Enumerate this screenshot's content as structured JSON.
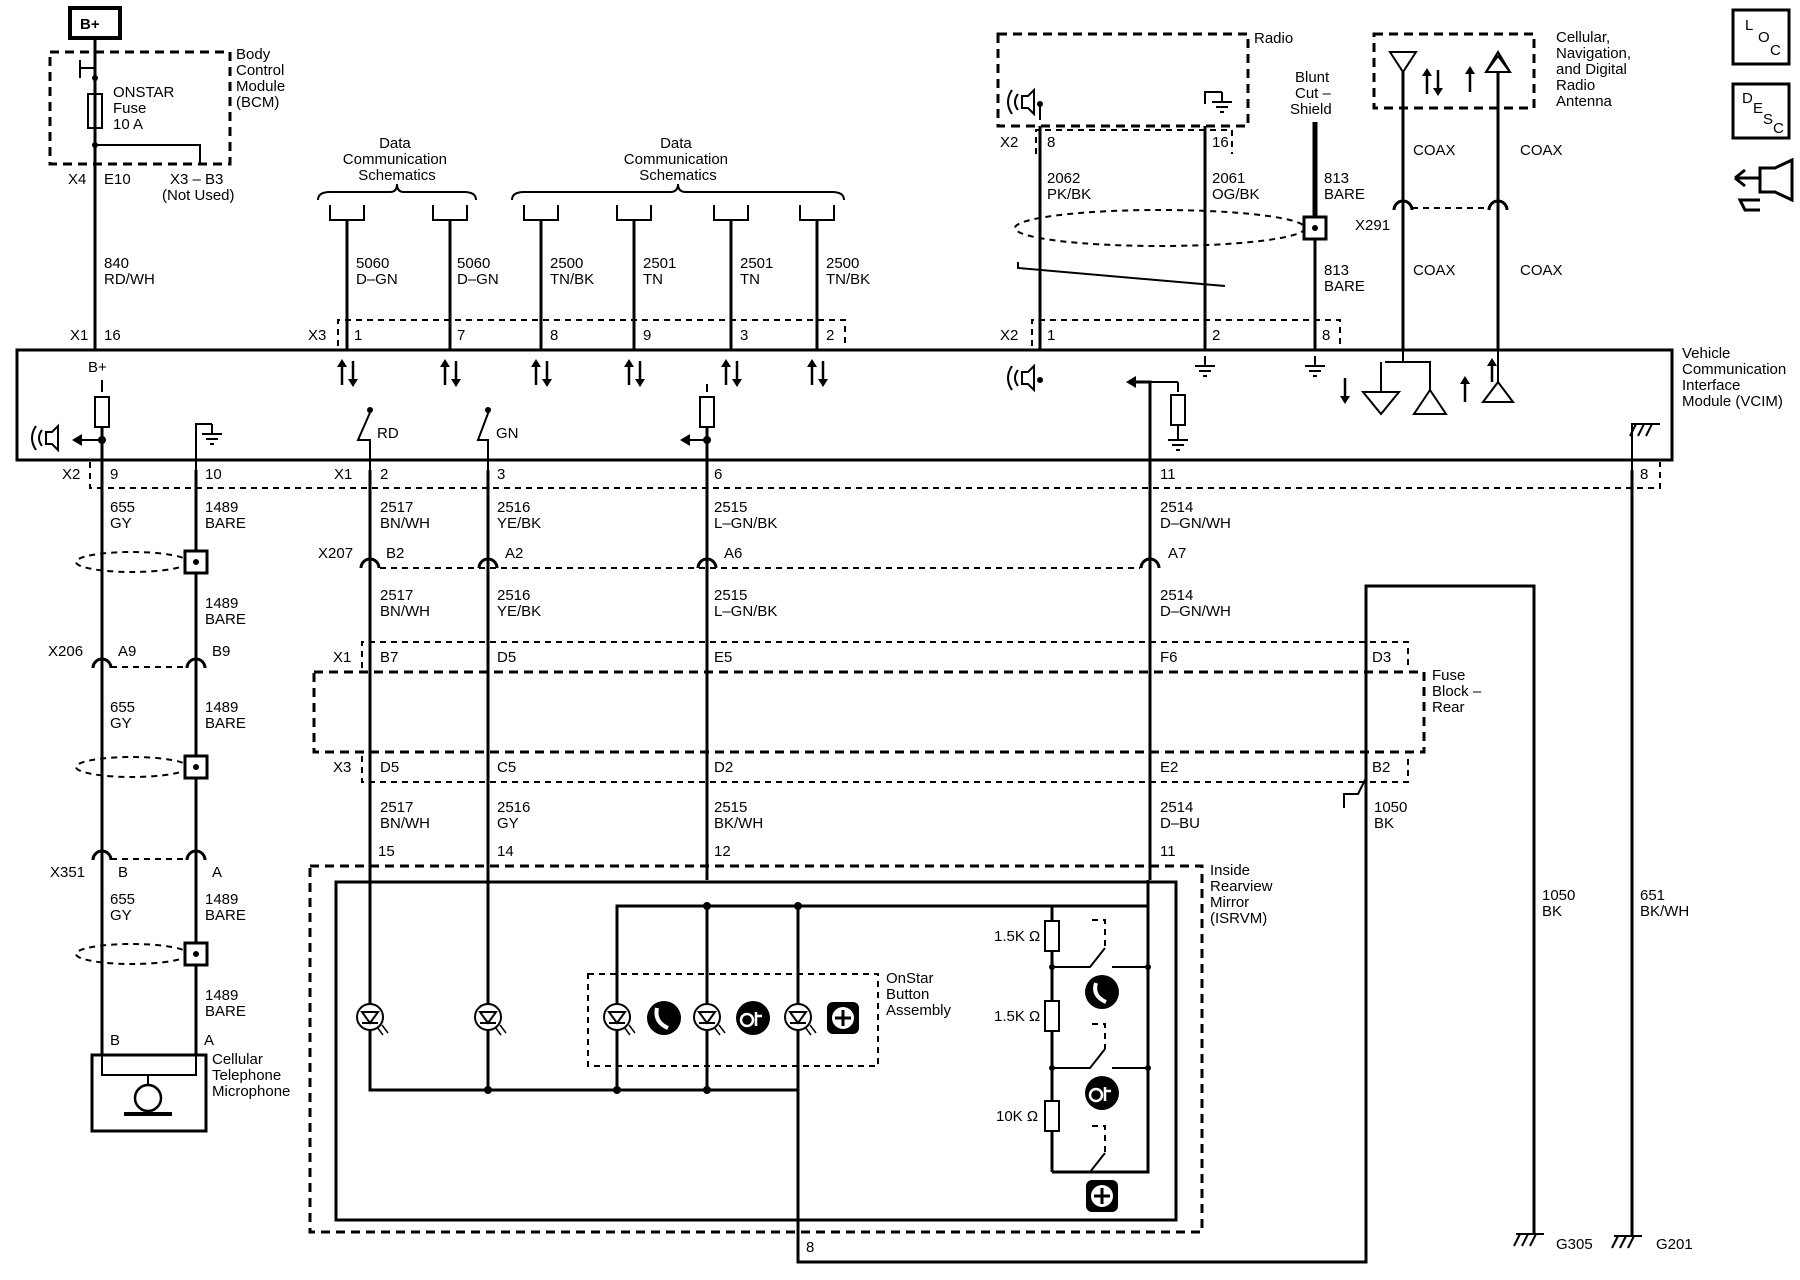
{
  "power_source": "B+",
  "loc_icon": {
    "l": "L",
    "o": "O",
    "c": "C"
  },
  "desc_icon": {
    "d": "D",
    "e": "E",
    "s": "S",
    "c": "C"
  },
  "bcm": {
    "label_lines": [
      "Body",
      "Control",
      "Module",
      "(BCM)"
    ],
    "fuse_lines": [
      "ONSTAR",
      "Fuse",
      "10 A"
    ],
    "x4": "X4",
    "e10": "E10",
    "x3b3": "X3 – B3",
    "not_used": "(Not Used)"
  },
  "wire_840": [
    "840",
    "RD/WH"
  ],
  "data_comm_1": [
    "Data",
    "Communication",
    "Schematics"
  ],
  "data_comm_2": [
    "Data",
    "Communication",
    "Schematics"
  ],
  "data_wires": [
    [
      "5060",
      "D–GN"
    ],
    [
      "5060",
      "D–GN"
    ],
    [
      "2500",
      "TN/BK"
    ],
    [
      "2501",
      "TN"
    ],
    [
      "2501",
      "TN"
    ],
    [
      "2500",
      "TN/BK"
    ]
  ],
  "x1_16": [
    "X1",
    "16"
  ],
  "x3_pins": [
    "X3",
    "1",
    "7",
    "8",
    "9",
    "3",
    "2"
  ],
  "radio": {
    "label": "Radio",
    "x2": "X2",
    "pin8": "8",
    "pin16": "16",
    "w1": [
      "2062",
      "PK/BK"
    ],
    "w2": [
      "2061",
      "OG/BK"
    ]
  },
  "blunt_cut": [
    "Blunt",
    "Cut –",
    "Shield"
  ],
  "wire_813a": [
    "813",
    "BARE"
  ],
  "wire_813b": [
    "813",
    "BARE"
  ],
  "antenna": [
    "Cellular,",
    "Navigation,",
    "and Digital",
    "Radio",
    "Antenna"
  ],
  "coax": [
    "COAX",
    "COAX",
    "COAX",
    "COAX"
  ],
  "x291": "X291",
  "vcim_top_pins": [
    "X2",
    "1",
    "2",
    "8"
  ],
  "vcim": {
    "label": [
      "Vehicle",
      "Communication",
      "Interface",
      "Module (VCIM)"
    ],
    "bplus": "B+",
    "rd": "RD",
    "gn": "GN"
  },
  "vcim_bottom_pins": [
    "X2",
    "9",
    "10",
    "X1",
    "2",
    "3",
    "6",
    "11",
    "8"
  ],
  "wires_a": [
    [
      "655",
      "GY"
    ],
    [
      "1489",
      "BARE"
    ],
    [
      "2517",
      "BN/WH"
    ],
    [
      "2516",
      "YE/BK"
    ],
    [
      "2515",
      "L–GN/BK"
    ],
    [
      "2514",
      "D–GN/WH"
    ]
  ],
  "x207": [
    "X207",
    "B2",
    "A2",
    "A6",
    "A7"
  ],
  "wires_b": [
    [
      "1489",
      "BARE"
    ],
    [
      "2517",
      "BN/WH"
    ],
    [
      "2516",
      "YE/BK"
    ],
    [
      "2515",
      "L–GN/BK"
    ],
    [
      "2514",
      "D–GN/WH"
    ]
  ],
  "x206": [
    "X206",
    "A9",
    "B9"
  ],
  "x1_fb": [
    "X1",
    "B7",
    "D5",
    "E5",
    "F6",
    "D3"
  ],
  "fuse_block": [
    "Fuse",
    "Block –",
    "Rear"
  ],
  "x3_fb": [
    "X3",
    "D5",
    "C5",
    "D2",
    "E2",
    "B2"
  ],
  "wires_c": [
    [
      "655",
      "GY"
    ],
    [
      "1489",
      "BARE"
    ]
  ],
  "wires_d": [
    [
      "2517",
      "BN/WH"
    ],
    [
      "2516",
      "GY"
    ],
    [
      "2515",
      "BK/WH"
    ],
    [
      "2514",
      "D–BU"
    ],
    [
      "1050",
      "BK"
    ]
  ],
  "isrvm_pins": [
    "15",
    "14",
    "12",
    "11"
  ],
  "x351": [
    "X351",
    "B",
    "A"
  ],
  "wires_e": [
    [
      "655",
      "GY"
    ],
    [
      "1489",
      "BARE"
    ]
  ],
  "wires_f": [
    [
      "1489",
      "BARE"
    ]
  ],
  "isrvm": [
    "Inside",
    "Rearview",
    "Mirror",
    "(ISRVM)"
  ],
  "resistors": [
    "1.5K Ω",
    "1.5K Ω",
    "10K Ω"
  ],
  "onstar_button": [
    "OnStar",
    "Button",
    "Assembly"
  ],
  "mic": {
    "b": "B",
    "a": "A",
    "label": [
      "Cellular",
      "Telephone",
      "Microphone"
    ]
  },
  "isrvm_pin8": "8",
  "wire_1050": [
    "1050",
    "BK"
  ],
  "wire_651": [
    "651",
    "BK/WH"
  ],
  "grounds": [
    "G305",
    "G201"
  ]
}
